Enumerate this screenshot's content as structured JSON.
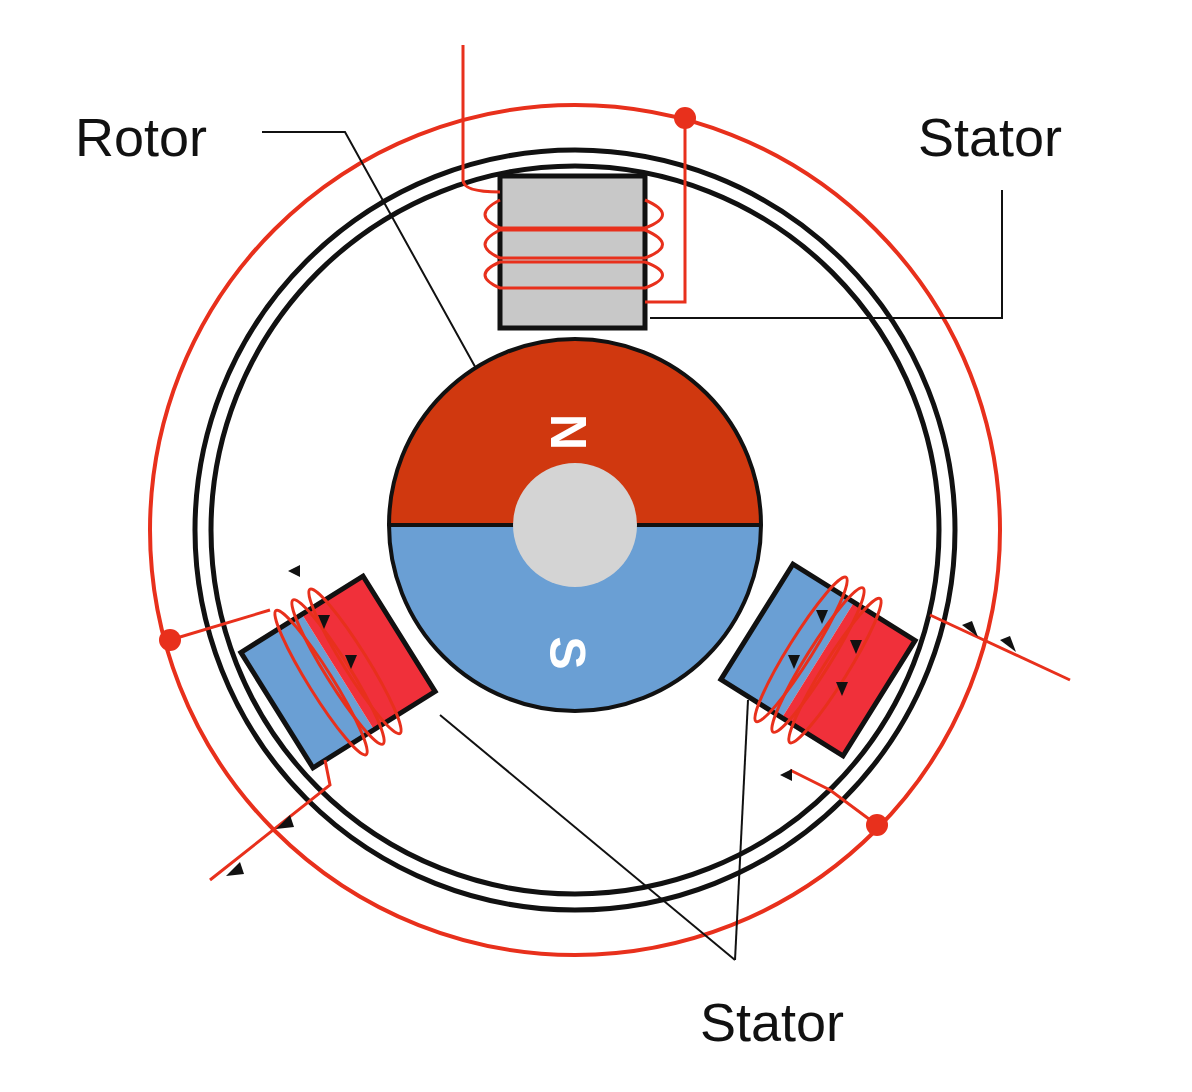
{
  "diagram": {
    "nodes": [
      {
        "text": [
          "N"
        ]
      },
      {
        "text": [
          "S"
        ]
      }
    ],
    "labels": [
      "Rotor",
      "Stator",
      "Stator"
    ]
  }
}
